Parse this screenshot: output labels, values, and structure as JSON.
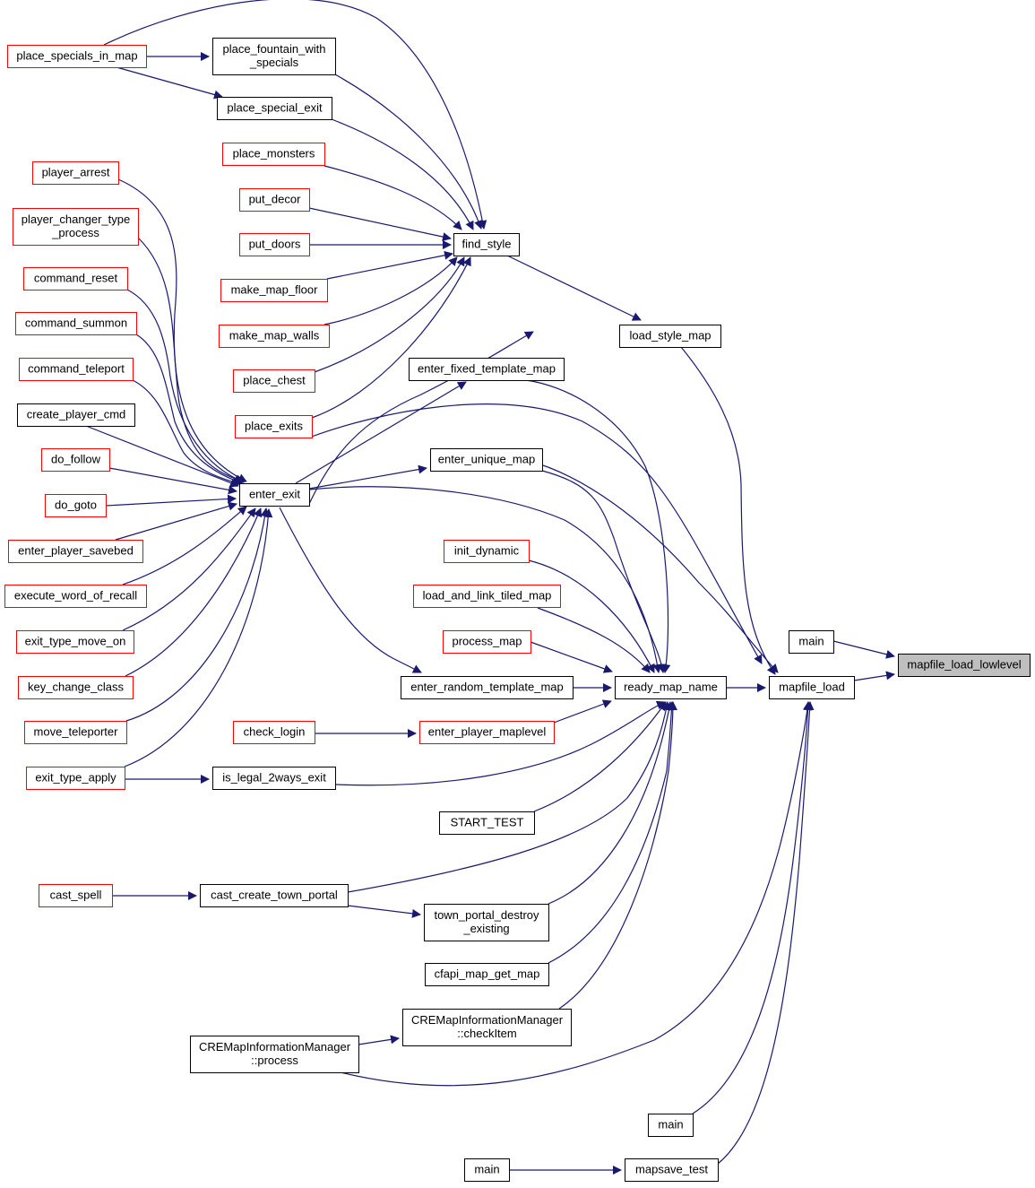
{
  "graph": {
    "colors": {
      "edge": "#191970",
      "border_default": "#000000",
      "border_truncated": "#ff0000",
      "fill_default": "#ffffff",
      "fill_focus": "#bfbfbf"
    },
    "nodes": [
      {
        "id": "mapfile_load_lowlevel",
        "lines": [
          "mapfile_load_lowlevel"
        ],
        "style": "focus"
      },
      {
        "id": "main_a",
        "lines": [
          "main"
        ],
        "style": "normal"
      },
      {
        "id": "mapfile_load",
        "lines": [
          "mapfile_load"
        ],
        "style": "normal"
      },
      {
        "id": "load_style_map",
        "lines": [
          "load_style_map"
        ],
        "style": "normal"
      },
      {
        "id": "find_style",
        "lines": [
          "find_style"
        ],
        "style": "normal"
      },
      {
        "id": "ready_map_name",
        "lines": [
          "ready_map_name"
        ],
        "style": "normal"
      },
      {
        "id": "main_b",
        "lines": [
          "main"
        ],
        "style": "normal"
      },
      {
        "id": "mapsave_test",
        "lines": [
          "mapsave_test"
        ],
        "style": "normal"
      },
      {
        "id": "main_c",
        "lines": [
          "main"
        ],
        "style": "normal"
      },
      {
        "id": "place_specials_in_map",
        "lines": [
          "place_specials_in_map"
        ],
        "style": "truncated"
      },
      {
        "id": "place_fountain_with_specials",
        "lines": [
          "place_fountain_with",
          "_specials"
        ],
        "style": "normal"
      },
      {
        "id": "place_special_exit",
        "lines": [
          "place_special_exit"
        ],
        "style": "normal"
      },
      {
        "id": "place_monsters",
        "lines": [
          "place_monsters"
        ],
        "style": "truncated"
      },
      {
        "id": "put_decor",
        "lines": [
          "put_decor"
        ],
        "style": "truncated"
      },
      {
        "id": "put_doors",
        "lines": [
          "put_doors"
        ],
        "style": "truncated"
      },
      {
        "id": "make_map_floor",
        "lines": [
          "make_map_floor"
        ],
        "style": "truncated"
      },
      {
        "id": "make_map_walls",
        "lines": [
          "make_map_walls"
        ],
        "style": "truncated"
      },
      {
        "id": "place_chest",
        "lines": [
          "place_chest"
        ],
        "style": "truncated"
      },
      {
        "id": "place_exits",
        "lines": [
          "place_exits"
        ],
        "style": "truncated"
      },
      {
        "id": "player_arrest",
        "lines": [
          "player_arrest"
        ],
        "style": "truncated"
      },
      {
        "id": "player_changer_type_process",
        "lines": [
          "player_changer_type",
          "_process"
        ],
        "style": "truncated"
      },
      {
        "id": "command_reset",
        "lines": [
          "command_reset"
        ],
        "style": "truncated"
      },
      {
        "id": "command_summon",
        "lines": [
          "command_summon"
        ],
        "style": "truncated"
      },
      {
        "id": "command_teleport",
        "lines": [
          "command_teleport"
        ],
        "style": "truncated"
      },
      {
        "id": "create_player_cmd",
        "lines": [
          "create_player_cmd"
        ],
        "style": "normal"
      },
      {
        "id": "do_follow",
        "lines": [
          "do_follow"
        ],
        "style": "truncated"
      },
      {
        "id": "do_goto",
        "lines": [
          "do_goto"
        ],
        "style": "truncated"
      },
      {
        "id": "enter_player_savebed",
        "lines": [
          "enter_player_savebed"
        ],
        "style": "truncated"
      },
      {
        "id": "execute_word_of_recall",
        "lines": [
          "execute_word_of_recall"
        ],
        "style": "truncated"
      },
      {
        "id": "exit_type_move_on",
        "lines": [
          "exit_type_move_on"
        ],
        "style": "truncated"
      },
      {
        "id": "key_change_class",
        "lines": [
          "key_change_class"
        ],
        "style": "truncated"
      },
      {
        "id": "move_teleporter",
        "lines": [
          "move_teleporter"
        ],
        "style": "truncated"
      },
      {
        "id": "exit_type_apply",
        "lines": [
          "exit_type_apply"
        ],
        "style": "truncated"
      },
      {
        "id": "enter_exit",
        "lines": [
          "enter_exit"
        ],
        "style": "normal"
      },
      {
        "id": "enter_fixed_template_map",
        "lines": [
          "enter_fixed_template_map"
        ],
        "style": "normal"
      },
      {
        "id": "enter_unique_map",
        "lines": [
          "enter_unique_map"
        ],
        "style": "normal"
      },
      {
        "id": "init_dynamic",
        "lines": [
          "init_dynamic"
        ],
        "style": "truncated"
      },
      {
        "id": "load_and_link_tiled_map",
        "lines": [
          "load_and_link_tiled_map"
        ],
        "style": "truncated"
      },
      {
        "id": "process_map",
        "lines": [
          "process_map"
        ],
        "style": "truncated"
      },
      {
        "id": "enter_random_template_map",
        "lines": [
          "enter_random_template_map"
        ],
        "style": "normal"
      },
      {
        "id": "check_login",
        "lines": [
          "check_login"
        ],
        "style": "truncated"
      },
      {
        "id": "enter_player_maplevel",
        "lines": [
          "enter_player_maplevel"
        ],
        "style": "truncated"
      },
      {
        "id": "is_legal_2ways_exit",
        "lines": [
          "is_legal_2ways_exit"
        ],
        "style": "normal"
      },
      {
        "id": "START_TEST",
        "lines": [
          "START_TEST"
        ],
        "style": "normal"
      },
      {
        "id": "cast_spell",
        "lines": [
          "cast_spell"
        ],
        "style": "truncated"
      },
      {
        "id": "cast_create_town_portal",
        "lines": [
          "cast_create_town_portal"
        ],
        "style": "normal"
      },
      {
        "id": "town_portal_destroy_existing",
        "lines": [
          "town_portal_destroy",
          "_existing"
        ],
        "style": "normal"
      },
      {
        "id": "cfapi_map_get_map",
        "lines": [
          "cfapi_map_get_map"
        ],
        "style": "normal"
      },
      {
        "id": "CREMapInformationManager_checkItem",
        "lines": [
          "CREMapInformationManager",
          "::checkItem"
        ],
        "style": "normal"
      },
      {
        "id": "CREMapInformationManager_process",
        "lines": [
          "CREMapInformationManager",
          "::process"
        ],
        "style": "normal"
      }
    ]
  }
}
